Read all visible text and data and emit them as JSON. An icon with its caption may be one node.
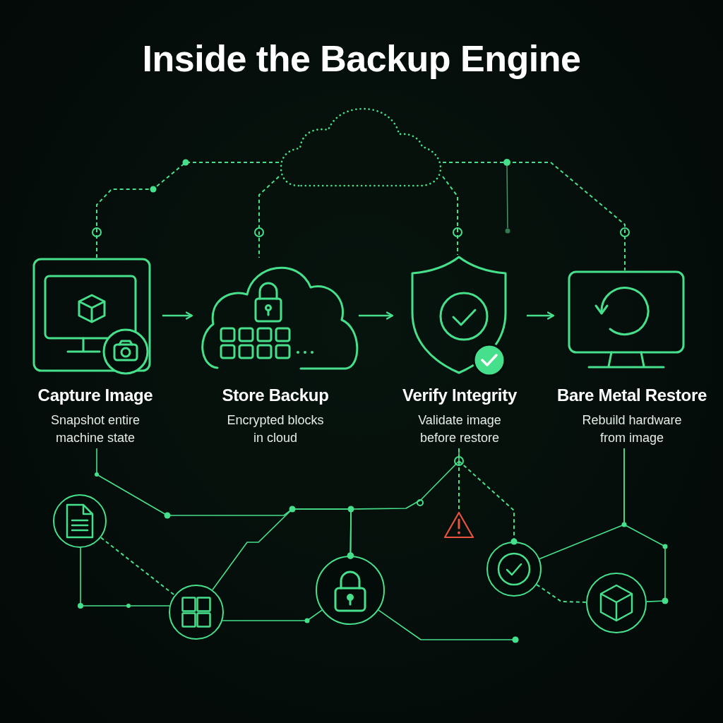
{
  "diagram": {
    "title": "Inside the Backup Engine",
    "nodes": [
      {
        "text": [],
        "shape": "cloud"
      },
      {
        "text": [
          "Capture Image",
          "Snapshot entire machine state"
        ]
      },
      {
        "text": [
          "Store Backup",
          "Encrypted blocks in cloud"
        ]
      },
      {
        "text": [
          "Verify Integrity",
          "Validate image before restore"
        ]
      },
      {
        "text": [
          "Bare Metal Restore",
          "Rebuild hardware from image"
        ]
      },
      {
        "text": [],
        "shape": "circle"
      },
      {
        "text": [],
        "shape": "circle"
      },
      {
        "text": [],
        "shape": "circle"
      },
      {
        "text": [],
        "shape": "triangle"
      },
      {
        "text": [],
        "shape": "circle"
      },
      {
        "text": [],
        "shape": "circle"
      }
    ],
    "edges": [
      {
        "from": 1,
        "to": 2,
        "arrow": "to"
      },
      {
        "from": 2,
        "to": 3,
        "arrow": "to"
      },
      {
        "from": 3,
        "to": 4,
        "arrow": "to"
      },
      {
        "from": 0,
        "to": 1,
        "arrow": "none",
        "style": "dashed"
      },
      {
        "from": 0,
        "to": 2,
        "arrow": "none",
        "style": "dashed"
      },
      {
        "from": 0,
        "to": 3,
        "arrow": "none",
        "style": "dashed"
      },
      {
        "from": 0,
        "to": 4,
        "arrow": "none",
        "style": "dashed"
      },
      {
        "from": 1,
        "to": 7,
        "arrow": "other"
      },
      {
        "from": 6,
        "to": 7,
        "arrow": "other"
      },
      {
        "from": 3,
        "to": 7,
        "arrow": "other"
      },
      {
        "from": 3,
        "to": 8,
        "arrow": "none",
        "style": "dashed"
      },
      {
        "from": 3,
        "to": 9,
        "arrow": "other",
        "style": "dashed"
      },
      {
        "from": 4,
        "to": 9,
        "arrow": "none"
      },
      {
        "from": 4,
        "to": 10,
        "arrow": "none"
      },
      {
        "from": 9,
        "to": 10,
        "arrow": "none",
        "style": "dashed"
      },
      {
        "from": 5,
        "to": 6,
        "arrow": "none",
        "style": "dashed"
      },
      {
        "from": 5,
        "to": 6,
        "arrow": "none"
      },
      {
        "from": 6,
        "to": 7,
        "arrow": "none"
      },
      {
        "from": 7,
        "to": null,
        "arrow": "other"
      }
    ]
  }
}
